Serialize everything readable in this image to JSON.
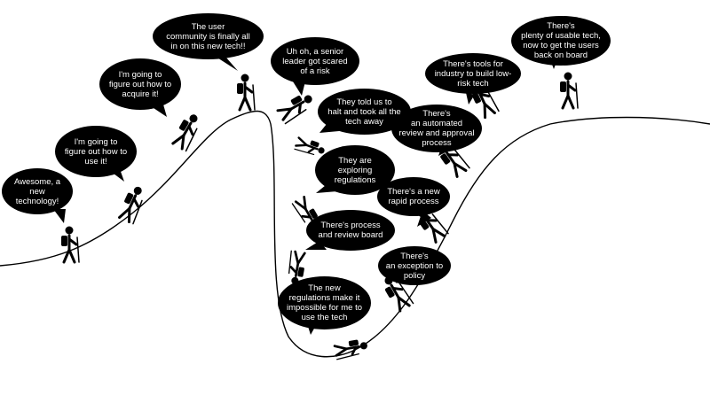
{
  "bubbles": {
    "b01": "Awesome, a new\ntechnology!",
    "b02": "I'm going to\nfigure out how to\nuse it!",
    "b03": "I'm going to\nfigure out how to\nacquire it!",
    "b04": "The user\ncommunity is finally all\nin on this new tech!!",
    "b05": "Uh oh, a senior\nleader got scared\nof a risk",
    "b06": "They told us to\nhalt and took all the\ntech away",
    "b07": "They are\nexploring\nregulations",
    "b08": "There's process\nand review board",
    "b09": "The new\nregulations make it\nimpossible for me to\nuse the tech",
    "b10": "There's\nan exception to\npolicy",
    "b11": "There's a new\nrapid process",
    "b12": "There's\nan automated\nreview and approval\nprocess",
    "b13": "There's tools for\nindustry to build low-\nrisk tech",
    "b14": "There's\nplenty of usable tech,\nnow to get the users\nback on board"
  },
  "colors": {
    "ink": "#000000",
    "paper": "#ffffff"
  },
  "icons": [
    "hiker-icon",
    "falling-hiker-icon",
    "fallen-hiker-icon"
  ]
}
